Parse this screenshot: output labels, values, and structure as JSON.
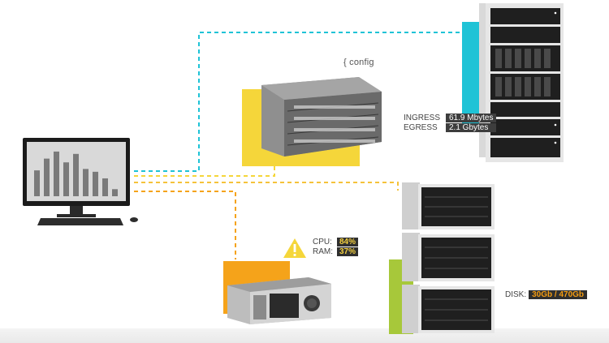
{
  "switch": {
    "label": "{ config"
  },
  "traffic": {
    "ingress_label": "INGRESS",
    "ingress_value": "61.9 Mbytes",
    "egress_label": "EGRESS",
    "egress_value": "2.1 Gbytes"
  },
  "workstation": {
    "cpu_label": "CPU:",
    "cpu_value": "84%",
    "ram_label": "RAM:",
    "ram_value": "37%",
    "warning_icon": "warning-icon"
  },
  "storage": {
    "disk_label": "DISK:",
    "disk_value": "30Gb / 470Gb"
  },
  "monitor_chart": {
    "bars": [
      0.55,
      0.8,
      0.95,
      0.72,
      0.9,
      0.58,
      0.52,
      0.38,
      0.15
    ]
  },
  "colors": {
    "cyan": "#1fc3d6",
    "yellow": "#f5d63a",
    "orange": "#f5a31a",
    "lime": "#a7c83a",
    "dark_label": "#3d3d3d"
  }
}
